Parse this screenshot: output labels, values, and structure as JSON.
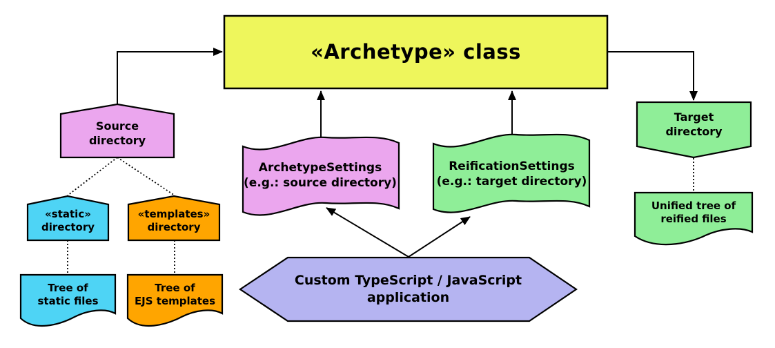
{
  "diagram": {
    "title": "«Archetype» class",
    "nodes": {
      "archetype_class": {
        "label": "«Archetype» class",
        "shape": "rectangle"
      },
      "source_directory": {
        "label": "Source\ndirectory",
        "shape": "folder-pentagon"
      },
      "static_directory": {
        "label": "«static»\ndirectory",
        "shape": "folder-pentagon"
      },
      "templates_directory": {
        "label": "«templates»\ndirectory",
        "shape": "folder-pentagon"
      },
      "tree_static": {
        "label": "Tree of\nstatic files",
        "shape": "document"
      },
      "tree_ejs": {
        "label": "Tree of\nEJS templates",
        "shape": "document"
      },
      "archetype_settings": {
        "label": "ArchetypeSettings\n(e.g.: source directory)",
        "shape": "flag"
      },
      "reification_settings": {
        "label": "ReificationSettings\n(e.g.: target directory)",
        "shape": "flag"
      },
      "custom_app": {
        "label": "Custom TypeScript / JavaScript\napplication",
        "shape": "hexagon"
      },
      "target_directory": {
        "label": "Target\ndirectory",
        "shape": "folder-pentagon-inverted"
      },
      "unified_tree": {
        "label": "Unified tree of\nreified files",
        "shape": "document"
      }
    },
    "edges": [
      {
        "from": "source_directory",
        "to": "archetype_class",
        "style": "solid-arrow"
      },
      {
        "from": "archetype_class",
        "to": "target_directory",
        "style": "solid-arrow"
      },
      {
        "from": "archetype_settings",
        "to": "archetype_class",
        "style": "solid-arrow"
      },
      {
        "from": "reification_settings",
        "to": "archetype_class",
        "style": "solid-arrow"
      },
      {
        "from": "custom_app",
        "to": "archetype_settings",
        "style": "solid-arrow"
      },
      {
        "from": "custom_app",
        "to": "reification_settings",
        "style": "solid-arrow"
      },
      {
        "from": "source_directory",
        "to": "static_directory",
        "style": "dotted"
      },
      {
        "from": "source_directory",
        "to": "templates_directory",
        "style": "dotted"
      },
      {
        "from": "static_directory",
        "to": "tree_static",
        "style": "dotted"
      },
      {
        "from": "templates_directory",
        "to": "tree_ejs",
        "style": "dotted"
      },
      {
        "from": "target_directory",
        "to": "unified_tree",
        "style": "dotted"
      }
    ],
    "colors": {
      "yellow": "#EEF65C",
      "purple": "#EBA6EE",
      "cyan": "#4ED4F5",
      "orange": "#FFA500",
      "green": "#8FEE98",
      "periwinkle": "#B5B4F1",
      "line": "#000000",
      "background": "#FFFFFF"
    }
  }
}
